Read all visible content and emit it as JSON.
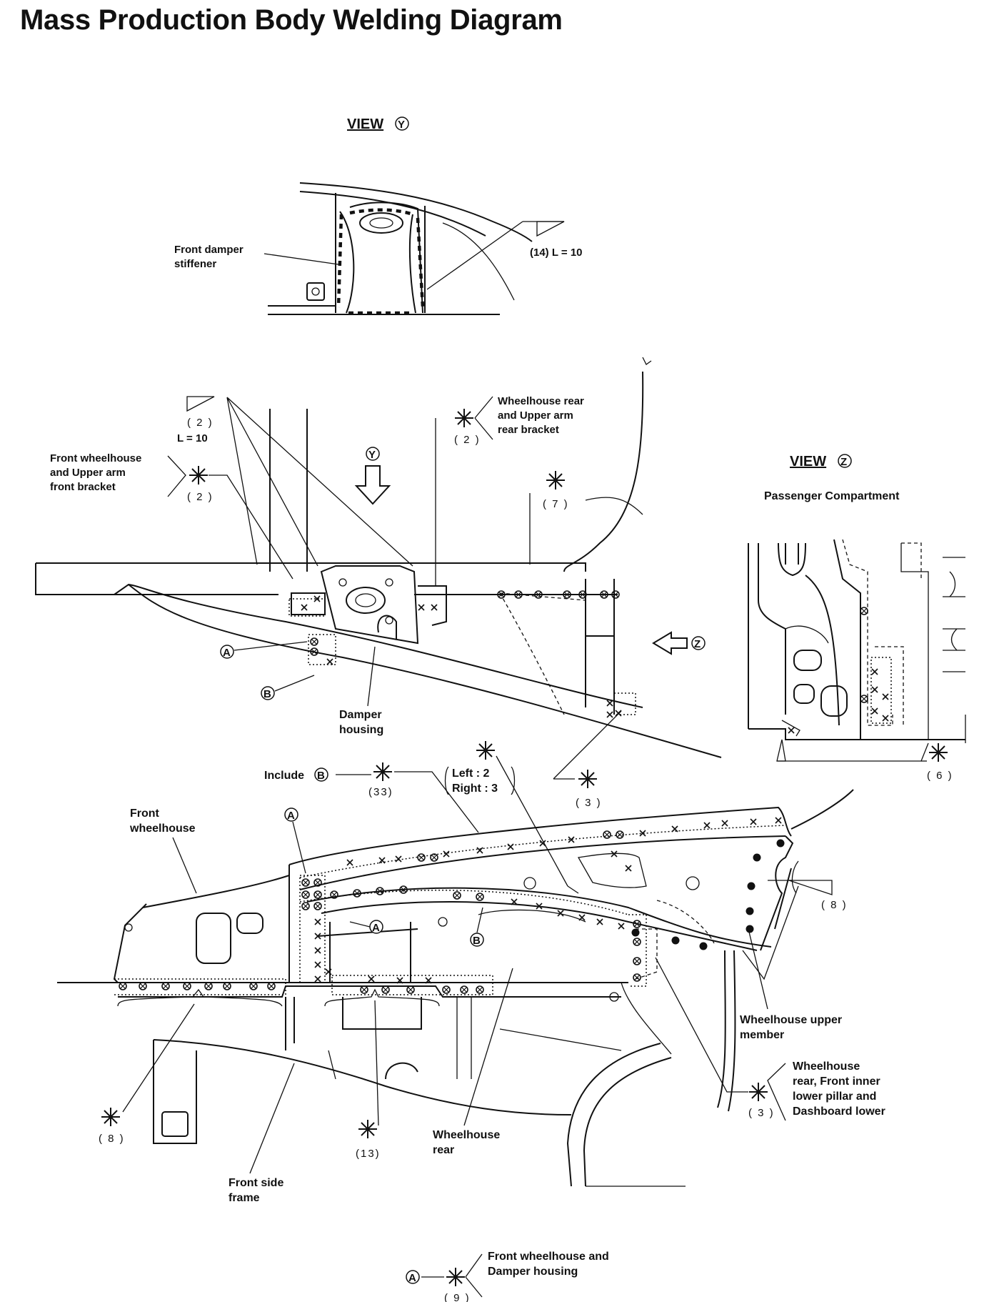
{
  "title": "Mass Production Body Welding Diagram",
  "views": {
    "y": {
      "word": "VIEW",
      "letter": "Y"
    },
    "z": {
      "word": "VIEW",
      "letter": "Z"
    }
  },
  "labels": {
    "front_damper_stiffener_1": "Front damper",
    "front_damper_stiffener_2": "stiffener",
    "fillet_14": "(14)  L = 10",
    "fillet_2": "( 2 )",
    "fillet_2_len": "L = 10",
    "wh_rear_bracket_1": "Wheelhouse rear",
    "wh_rear_bracket_2": "and Upper arm",
    "wh_rear_bracket_3": "rear bracket",
    "wh_rear_bracket_count": "( 2 )",
    "front_wh_bracket_1": "Front wheelhouse",
    "front_wh_bracket_2": "and Upper arm",
    "front_wh_bracket_3": "front bracket",
    "front_wh_bracket_count": "( 2 )",
    "count_7": "( 7 )",
    "passenger_compartment": "Passenger Compartment",
    "marker_a": "A",
    "marker_b": "B",
    "marker_y": "Y",
    "marker_z": "Z",
    "damper_housing_1": "Damper",
    "damper_housing_2": "housing",
    "count_3_mid": "( 3 )",
    "count_6": "( 6 )",
    "include_b": "Include",
    "count_33": "(33)",
    "left_right_1": "Left   : 2",
    "left_right_2": "Right : 3",
    "front_wheelhouse_1": "Front",
    "front_wheelhouse_2": "wheelhouse",
    "count_8_right": "( 8 )",
    "wh_upper_member_1": "Wheelhouse upper",
    "wh_upper_member_2": "member",
    "wh_rear_pillar_1": "Wheelhouse",
    "wh_rear_pillar_2": "rear, Front inner",
    "wh_rear_pillar_3": "lower pillar and",
    "wh_rear_pillar_4": "Dashboard lower",
    "count_3_lower": "( 3 )",
    "count_8_left": "( 8 )",
    "count_13": "(13)",
    "wheelhouse_rear_1": "Wheelhouse",
    "wheelhouse_rear_2": "rear",
    "front_side_frame_1": "Front side",
    "front_side_frame_2": "frame",
    "legend_a_1": "Front wheelhouse and",
    "legend_a_2": "Damper housing",
    "legend_a_count": "( 9 )"
  }
}
